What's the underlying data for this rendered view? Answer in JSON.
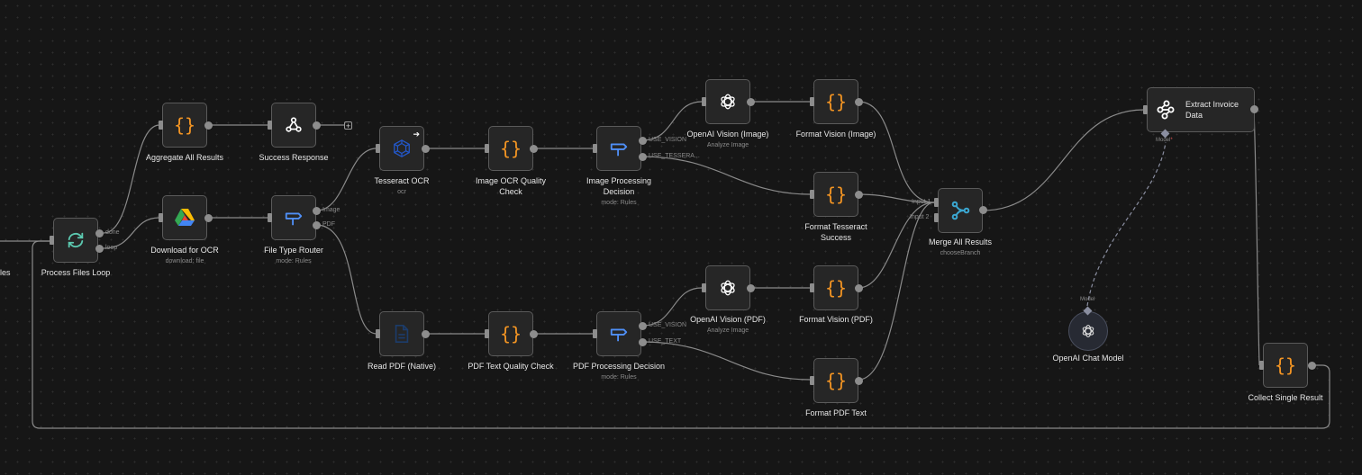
{
  "canvas": {
    "colors": {
      "background": "#161616",
      "node_bg": "#262626",
      "node_border": "#5a5a5a",
      "edge": "#8a8a8a",
      "code_accent": "#f29423",
      "router_accent": "#4f8ff7",
      "loop_accent": "#5cc9b0",
      "merge_accent": "#3ba7d1",
      "tesseract_accent": "#2357c8",
      "pdf_accent": "#1c3c6b",
      "model_edge": "#8a8ea0"
    }
  },
  "partial_left_label": "les",
  "nodes": {
    "process_files_loop": {
      "title": "Process Files Loop",
      "icon": "loop-icon",
      "outputs": [
        "done",
        "loop"
      ]
    },
    "aggregate_all_results": {
      "title": "Aggregate All Results",
      "icon": "code-braces-icon"
    },
    "success_response": {
      "title": "Success Response",
      "icon": "webhook-icon",
      "add_label": "+"
    },
    "download_for_ocr": {
      "title": "Download for OCR",
      "subtitle": "download: file",
      "icon": "google-drive-icon"
    },
    "file_type_router": {
      "title": "File Type Router",
      "subtitle": "mode: Rules",
      "icon": "signpost-icon",
      "outputs": [
        "Image",
        "PDF"
      ]
    },
    "tesseract_ocr": {
      "title": "Tesseract OCR",
      "subtitle": "ocr",
      "icon": "cube-icon",
      "badge": "➔"
    },
    "image_ocr_quality_check": {
      "title": "Image OCR Quality Check",
      "icon": "code-braces-icon"
    },
    "image_processing_decision": {
      "title": "Image Processing Decision",
      "subtitle": "mode: Rules",
      "icon": "signpost-icon",
      "outputs": [
        "USE_VISION",
        "USE_TESSERA..."
      ]
    },
    "openai_vision_image": {
      "title": "OpenAI Vision (Image)",
      "subtitle": "Analyze Image",
      "icon": "openai-icon"
    },
    "format_vision_image": {
      "title": "Format Vision (Image)",
      "icon": "code-braces-icon"
    },
    "format_tesseract_success": {
      "title": "Format Tesseract Success",
      "icon": "code-braces-icon"
    },
    "merge_all_results": {
      "title": "Merge All Results",
      "subtitle": "chooseBranch",
      "icon": "merge-icon",
      "inputs": [
        "Input 1",
        "Input 2"
      ]
    },
    "extract_invoice_data": {
      "title": "Extract Invoice Data",
      "icon": "extractor-icon",
      "model_label": "Model",
      "required_mark": "*"
    },
    "openai_chat_model": {
      "title": "OpenAI Chat Model",
      "icon": "openai-icon",
      "model_label": "Model"
    },
    "collect_single_result": {
      "title": "Collect Single Result",
      "icon": "code-braces-icon"
    },
    "read_pdf_native": {
      "title": "Read PDF (Native)",
      "icon": "file-icon"
    },
    "pdf_text_quality_check": {
      "title": "PDF Text Quality Check",
      "icon": "code-braces-icon"
    },
    "pdf_processing_decision": {
      "title": "PDF Processing Decision",
      "subtitle": "mode: Rules",
      "icon": "signpost-icon",
      "outputs": [
        "USE_VISION",
        "USE_TEXT"
      ]
    },
    "openai_vision_pdf": {
      "title": "OpenAI Vision (PDF)",
      "subtitle": "Analyze Image",
      "icon": "openai-icon"
    },
    "format_vision_pdf": {
      "title": "Format Vision (PDF)",
      "icon": "code-braces-icon"
    },
    "format_pdf_text": {
      "title": "Format PDF Text",
      "icon": "code-braces-icon"
    }
  }
}
